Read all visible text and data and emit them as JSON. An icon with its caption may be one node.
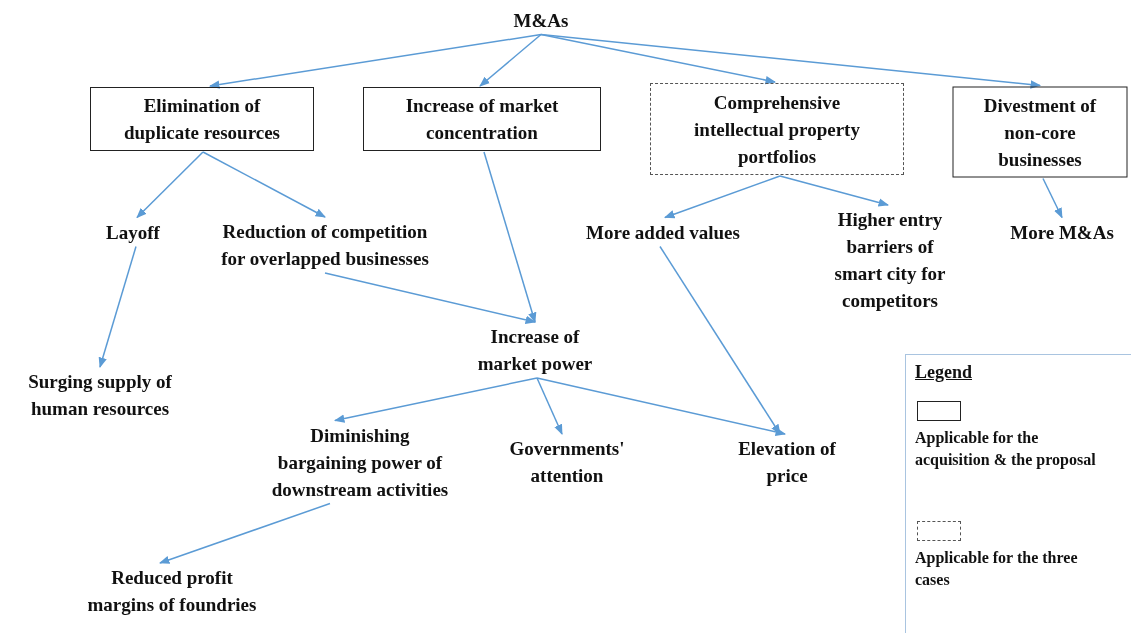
{
  "diagram": {
    "nodes": [
      {
        "text": [
          "M&As"
        ]
      },
      {
        "text": [
          "Elimination of duplicate resources"
        ]
      },
      {
        "text": [
          "Increase of market concentration"
        ]
      },
      {
        "text": [
          "Comprehensive intellectual property portfolios"
        ]
      },
      {
        "text": [
          "Divestment of non-core businesses"
        ]
      },
      {
        "text": [
          "Layoff"
        ]
      },
      {
        "text": [
          "Reduction of competition for overlapped businesses"
        ]
      },
      {
        "text": [
          "More added values"
        ]
      },
      {
        "text": [
          "Higher entry barriers of smart city for competitors"
        ]
      },
      {
        "text": [
          "More M&As"
        ]
      },
      {
        "text": [
          "Surging supply of human resources"
        ]
      },
      {
        "text": [
          "Increase of market power"
        ]
      },
      {
        "text": [
          "Diminishing bargaining power of downstream activities"
        ]
      },
      {
        "text": [
          "Governments' attention"
        ]
      },
      {
        "text": [
          "Elevation of price"
        ]
      },
      {
        "text": [
          "Reduced profit margins of foundries"
        ]
      }
    ],
    "edges": [
      {
        "from": 0,
        "to": 1,
        "arrow": "to"
      },
      {
        "from": 0,
        "to": 2,
        "arrow": "to"
      },
      {
        "from": 0,
        "to": 3,
        "arrow": "to"
      },
      {
        "from": 0,
        "to": 4,
        "arrow": "to"
      },
      {
        "from": 1,
        "to": 5,
        "arrow": "to"
      },
      {
        "from": 1,
        "to": 6,
        "arrow": "to"
      },
      {
        "from": 2,
        "to": 11,
        "arrow": "to"
      },
      {
        "from": 6,
        "to": 11,
        "arrow": "to"
      },
      {
        "from": 3,
        "to": 7,
        "arrow": "to"
      },
      {
        "from": 3,
        "to": 8,
        "arrow": "to"
      },
      {
        "from": 4,
        "to": 9,
        "arrow": "to"
      },
      {
        "from": 5,
        "to": 10,
        "arrow": "to"
      },
      {
        "from": 7,
        "to": 14,
        "arrow": "to"
      },
      {
        "from": 11,
        "to": 12,
        "arrow": "to"
      },
      {
        "from": 11,
        "to": 13,
        "arrow": "to"
      },
      {
        "from": 11,
        "to": 14,
        "arrow": "to"
      },
      {
        "from": 12,
        "to": 15,
        "arrow": "to"
      }
    ],
    "labels": [
      "Legend"
    ],
    "legend": [
      {
        "text": "Applicable for the acquisition & the proposal"
      },
      {
        "text": "Applicable for the three cases"
      }
    ]
  }
}
